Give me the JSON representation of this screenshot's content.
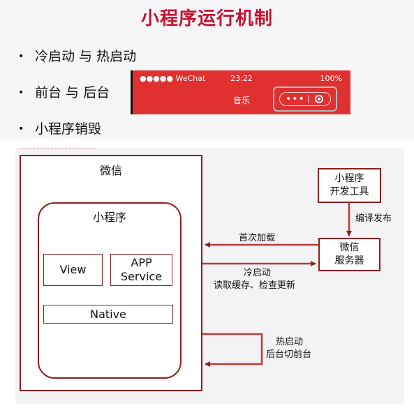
{
  "slide": {
    "title": "小程序运行机制",
    "bullets": [
      "冷启动 与 热启动",
      "前台 与 后台",
      "小程序销毁"
    ]
  },
  "phone_header": {
    "carrier": "●●●●● WeChat",
    "time": "23:22",
    "battery": "100%",
    "nav_title": "音乐",
    "capsule_dots": "•••",
    "bar_color": "#e03030"
  },
  "diagram": {
    "wechat_label": "微信",
    "miniapp_label": "小程序",
    "view_label": "View",
    "appservice_label_line1": "APP",
    "appservice_label_line2": "Service",
    "native_label": "Native",
    "devtool_line1": "小程序",
    "devtool_line2": "开发工具",
    "server_line1": "微信",
    "server_line2": "服务器",
    "compile_publish": "编译发布",
    "first_load": "首次加载",
    "cold_start": "冷启动",
    "cold_start_detail": "读取缓存、检查更新",
    "hot_start": "热启动",
    "hot_start_detail": "后台切前台",
    "accent_color": "#c8102e",
    "line_color": "#8c1f1f"
  }
}
